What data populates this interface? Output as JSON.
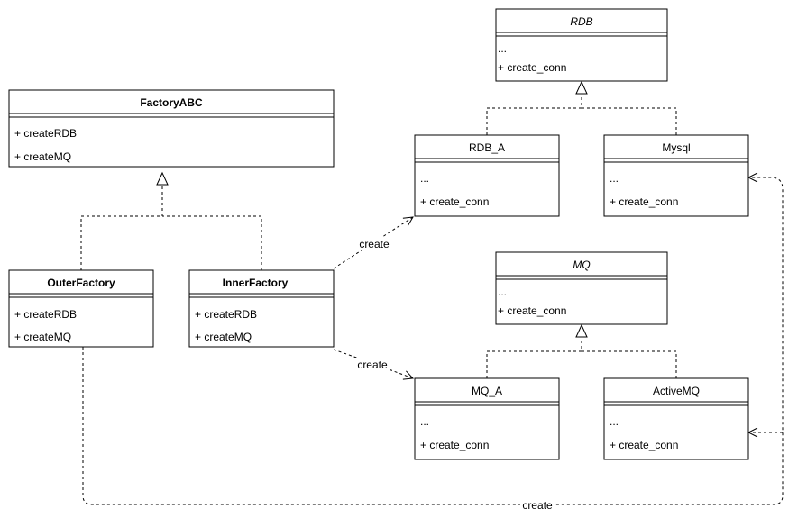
{
  "classes": {
    "factory_abc": {
      "name": "FactoryABC",
      "members": [
        "+ createRDB",
        "+ createMQ"
      ]
    },
    "outer_factory": {
      "name": "OuterFactory",
      "members": [
        "+ createRDB",
        "+ createMQ"
      ]
    },
    "inner_factory": {
      "name": "InnerFactory",
      "members": [
        "+ createRDB",
        "+ createMQ"
      ]
    },
    "rdb": {
      "name": "RDB",
      "members": [
        "...",
        "+ create_conn"
      ]
    },
    "rdb_a": {
      "name": "RDB_A",
      "members": [
        "...",
        "+ create_conn"
      ]
    },
    "mysql": {
      "name": "Mysql",
      "members": [
        "...",
        "+ create_conn"
      ]
    },
    "mq": {
      "name": "MQ",
      "members": [
        "...",
        "+ create_conn"
      ]
    },
    "mq_a": {
      "name": "MQ_A",
      "members": [
        "...",
        "+ create_conn"
      ]
    },
    "active_mq": {
      "name": "ActiveMQ",
      "members": [
        "...",
        "+ create_conn"
      ]
    }
  },
  "edges": {
    "inner_to_rdb_a": "create",
    "inner_to_mq_a": "create",
    "outer_to_mysql_activemq": "create"
  }
}
